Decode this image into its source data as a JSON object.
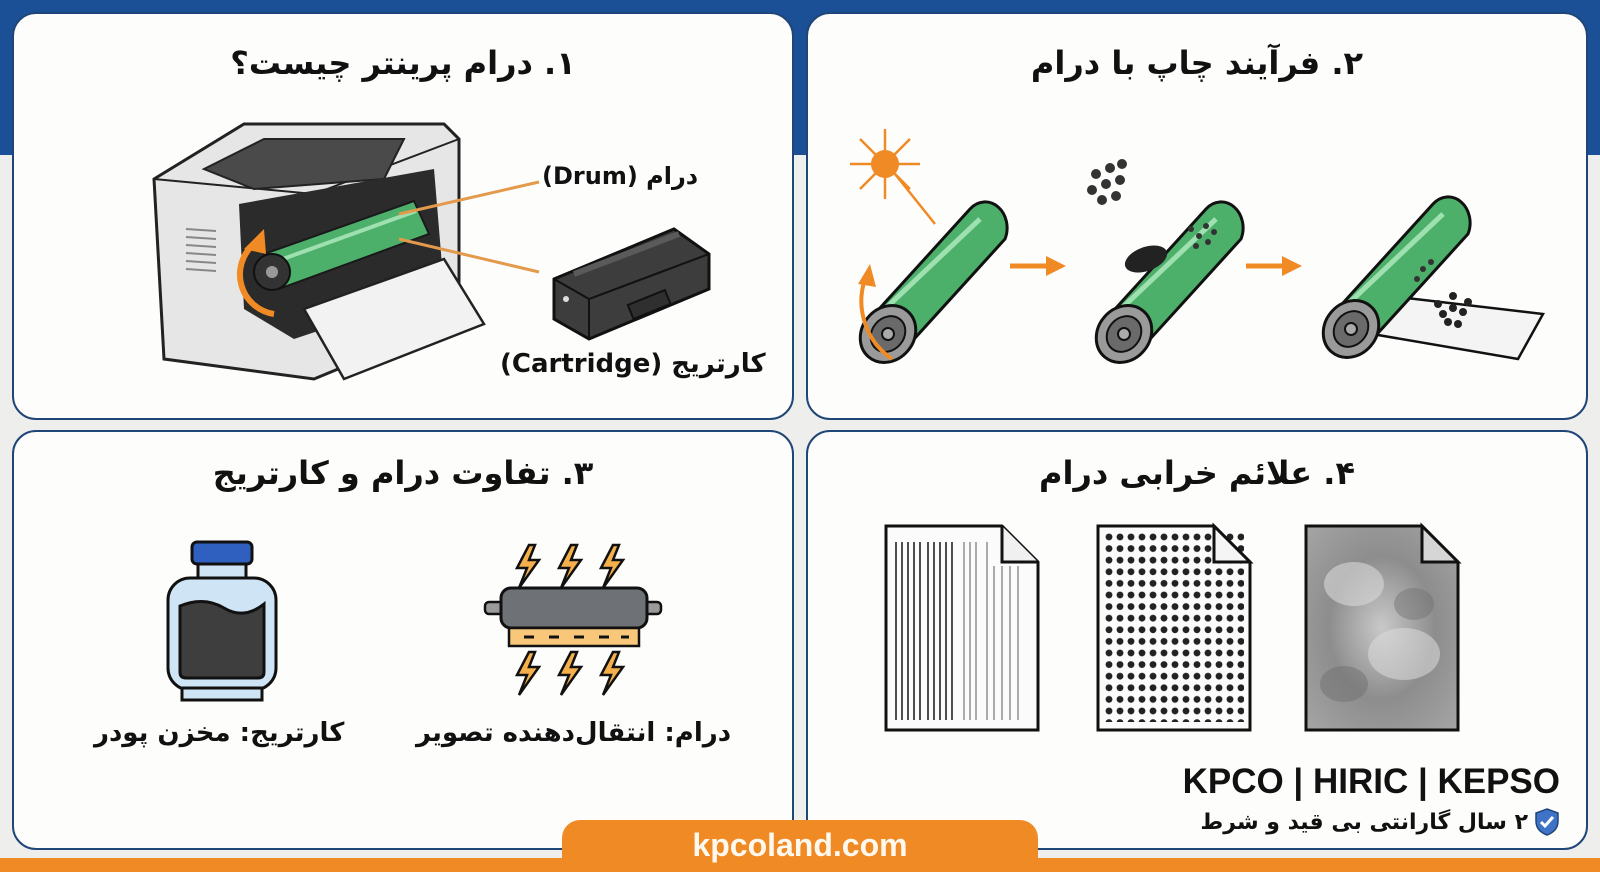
{
  "panels": [
    {
      "id": "what-is-drum",
      "title": "۱. درام پرینتر چیست؟",
      "labels": {
        "drum": "درام (Drum)",
        "cartridge": "کارتریج (Cartridge)"
      },
      "illustrations": [
        "printer-open-icon",
        "drum-green-icon",
        "rotate-arrow-icon",
        "toner-cartridge-icon"
      ]
    },
    {
      "id": "printing-process",
      "title": "۲. فرآیند چاپ با درام",
      "steps": [
        {
          "name": "laser-exposure",
          "icon": "laser-sun-drum-icon"
        },
        {
          "name": "toner-application",
          "icon": "toner-drum-icon"
        },
        {
          "name": "transfer-to-paper",
          "icon": "drum-paper-icon"
        }
      ]
    },
    {
      "id": "drum-vs-cartridge",
      "title": "۳. تفاوت درام و کارتریج",
      "items": [
        {
          "label": "درام: انتقال‌دهنده تصویر",
          "icon": "charged-drum-icon"
        },
        {
          "label": "کارتریج: مخزن پودر",
          "icon": "toner-bottle-icon"
        }
      ]
    },
    {
      "id": "drum-failure-signs",
      "title": "۴. علائم خرابی درام",
      "symptoms": [
        {
          "name": "vertical-lines",
          "icon": "page-lines-icon"
        },
        {
          "name": "repeating-dots",
          "icon": "page-dots-icon"
        },
        {
          "name": "gray-background",
          "icon": "page-smudge-icon"
        }
      ]
    }
  ],
  "footer": {
    "brands": "KPCO | HIRIC | KEPSO",
    "warranty": "۲ سال گارانتی بی قید و شرط",
    "url": "kpcoland.com"
  },
  "colors": {
    "header_blue": "#1b4f96",
    "panel_border": "#1f4677",
    "accent_orange": "#f08a24",
    "drum_green": "#4caf6a"
  }
}
